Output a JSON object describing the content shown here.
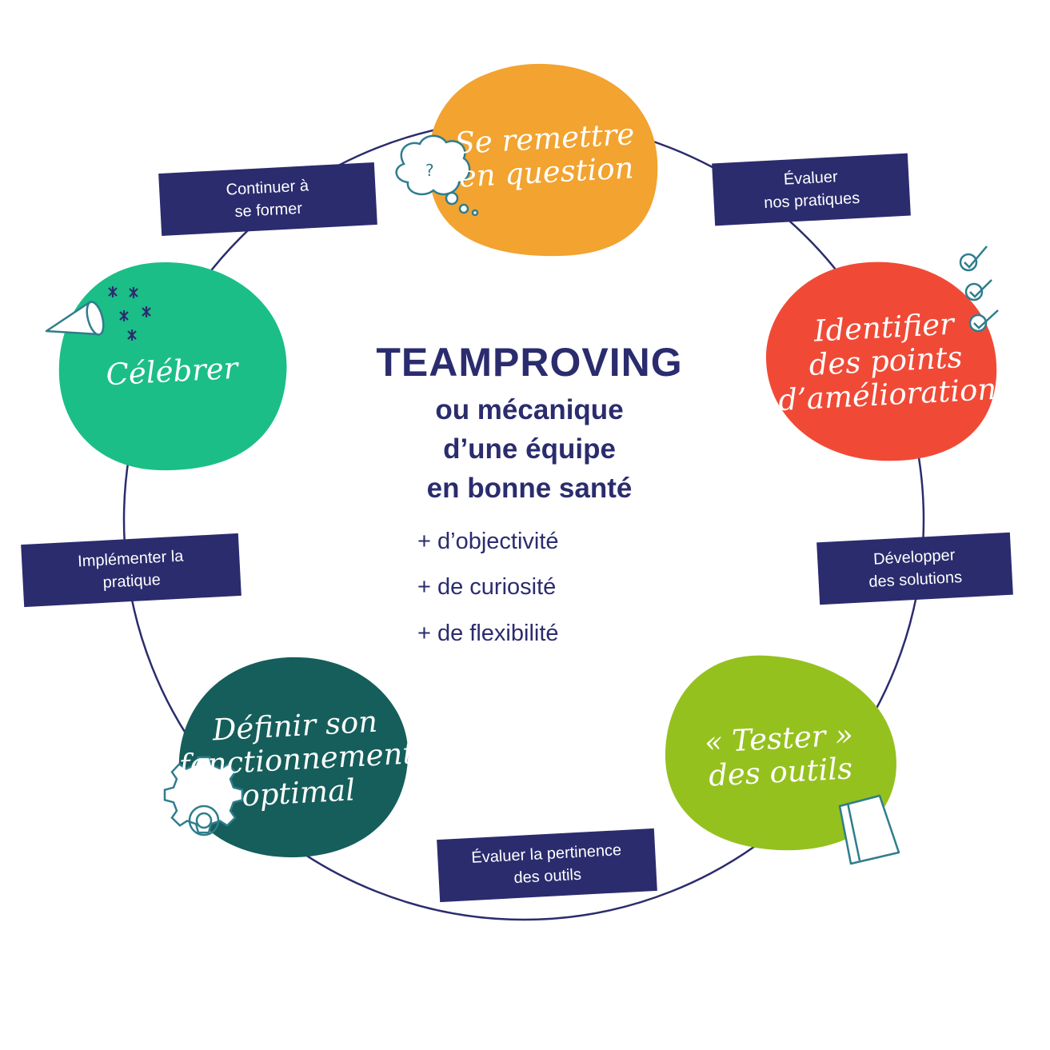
{
  "center": {
    "title": "TEAMPROVING",
    "subtitle": "ou mécanique\nd’une équipe\nen bonne santé",
    "bullets": [
      "+ d’objectivité",
      "+ de curiosité",
      "+ de flexibilité"
    ]
  },
  "stages": [
    {
      "label": "Se remettre\nen question",
      "color": "#f2a330",
      "icon": "thought-bubble-icon"
    },
    {
      "label": "Identifier\ndes points\nd’amélioration",
      "color": "#f04a37",
      "icon": "checklist-icon"
    },
    {
      "label": "« Tester »\ndes outils",
      "color": "#95c11f",
      "icon": "book-icon"
    },
    {
      "label": "Définir son\nfonctionnement\noptimal",
      "color": "#155e5b",
      "icon": "gear-icon"
    },
    {
      "label": "Célébrer",
      "color": "#1bbe87",
      "icon": "party-horn-icon"
    }
  ],
  "transitions": [
    "Évaluer\nnos pratiques",
    "Développer\ndes solutions",
    "Évaluer la pertinence\ndes outils",
    "Implémenter la\npratique",
    "Continuer à\nse former"
  ],
  "colors": {
    "navy": "#2b2c6e",
    "icon_stroke": "#2f7d8c"
  }
}
